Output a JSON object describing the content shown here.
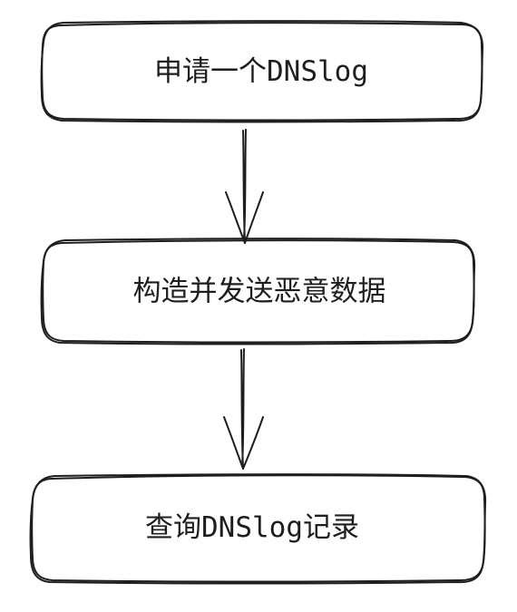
{
  "diagram": {
    "type": "flowchart",
    "direction": "top-to-bottom",
    "nodes": [
      {
        "id": "n1",
        "label_cjk": "申请一个",
        "label_latin": "DNSlog",
        "label_cjk_suffix": ""
      },
      {
        "id": "n2",
        "label": "构造并发送恶意数据"
      },
      {
        "id": "n3",
        "label_cjk": "查询",
        "label_latin": "DNSlog",
        "label_cjk_suffix": "记录"
      }
    ],
    "edges": [
      {
        "from": "n1",
        "to": "n2"
      },
      {
        "from": "n2",
        "to": "n3"
      }
    ],
    "colors": {
      "stroke": "#1e1e1e",
      "text": "#1e1e1e",
      "background": "#ffffff"
    }
  }
}
